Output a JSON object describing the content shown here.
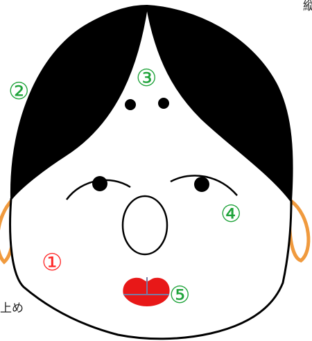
{
  "corner_texts": {
    "top_right": "縦",
    "bottom_left": "上め"
  },
  "markers": [
    {
      "id": "1",
      "label": "①",
      "color": "#ff2a2a"
    },
    {
      "id": "2",
      "label": "②",
      "color": "#1fa33a"
    },
    {
      "id": "3",
      "label": "③",
      "color": "#1fa33a"
    },
    {
      "id": "4",
      "label": "④",
      "color": "#1fa33a"
    },
    {
      "id": "5",
      "label": "⑤",
      "color": "#1fa33a"
    }
  ],
  "colors": {
    "hair": "#000000",
    "face": "#ffffff",
    "outline": "#000000",
    "ears": "#f09a3e",
    "lips": "#e81818",
    "lip_line": "#7a7aa0"
  }
}
